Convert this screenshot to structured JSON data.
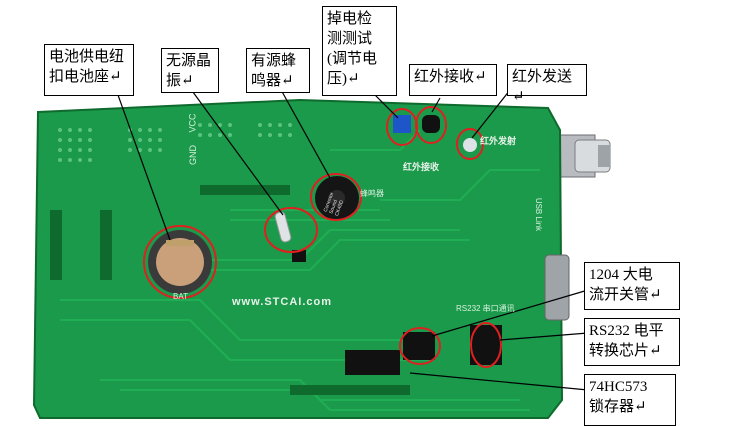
{
  "board": {
    "website": "www.STCAI.com",
    "silk_vcc": "VCC",
    "silk_gnd": "GND",
    "silk_bat": "BAT",
    "silk_rs232": "RS232 串口通讯",
    "silk_ir_send": "红外发射",
    "silk_ir_recv": "红外接收",
    "silk_usb": "USB Link",
    "silk_buzzer": "蜂鸣器",
    "buzzer_text": "Conector\nSound\nCK40D"
  },
  "labels": {
    "battery": "电池供电纽\n扣电池座↵",
    "crystal": "无源晶\n振↵",
    "buzzer": "有源蜂\n鸣器↵",
    "brownout": "掉电检\n测测试\n(调节电\n压)↵",
    "ir_recv": "红外接收↵",
    "ir_send": "红外发送↵",
    "switch_1204": "1204  大电\n流开关管↵",
    "rs232": "RS232 电平\n转换芯片↵",
    "latch": "74HC573\n锁存器↵"
  },
  "colors": {
    "pcb": "#1a9a4a",
    "pcb_dark": "#0f7a36",
    "trace": "#22b457",
    "highlight": "#e02020"
  }
}
